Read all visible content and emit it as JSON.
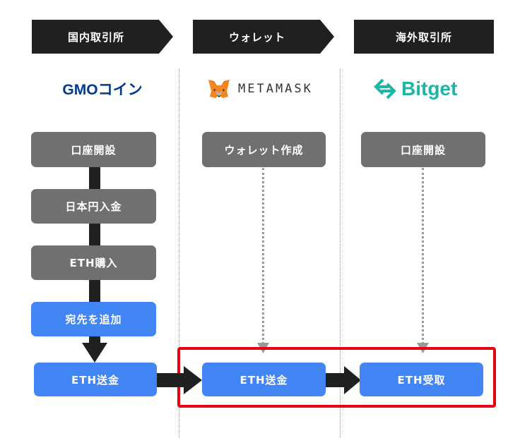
{
  "columns": [
    {
      "header": "国内取引所",
      "logo": "GMOコイン",
      "steps": [
        "口座開設",
        "日本円入金",
        "ETH購入",
        "宛先を追加",
        "ETH送金"
      ]
    },
    {
      "header": "ウォレット",
      "logo": "METAMASK",
      "steps": [
        "ウォレット作成",
        "ETH送金"
      ]
    },
    {
      "header": "海外取引所",
      "logo": "Bitget",
      "steps": [
        "口座開設",
        "ETH受取"
      ]
    }
  ],
  "colors": {
    "header": "#202020",
    "gray_step": "#707070",
    "blue_step": "#4285f4",
    "highlight": "#e60012",
    "gmo": "#003b8e",
    "bitget": "#1eb5a6",
    "metamask": "#e2761b"
  },
  "icons": {
    "metamask_logo": "fox-icon",
    "bitget_logo": "bitget-arrows-icon"
  }
}
